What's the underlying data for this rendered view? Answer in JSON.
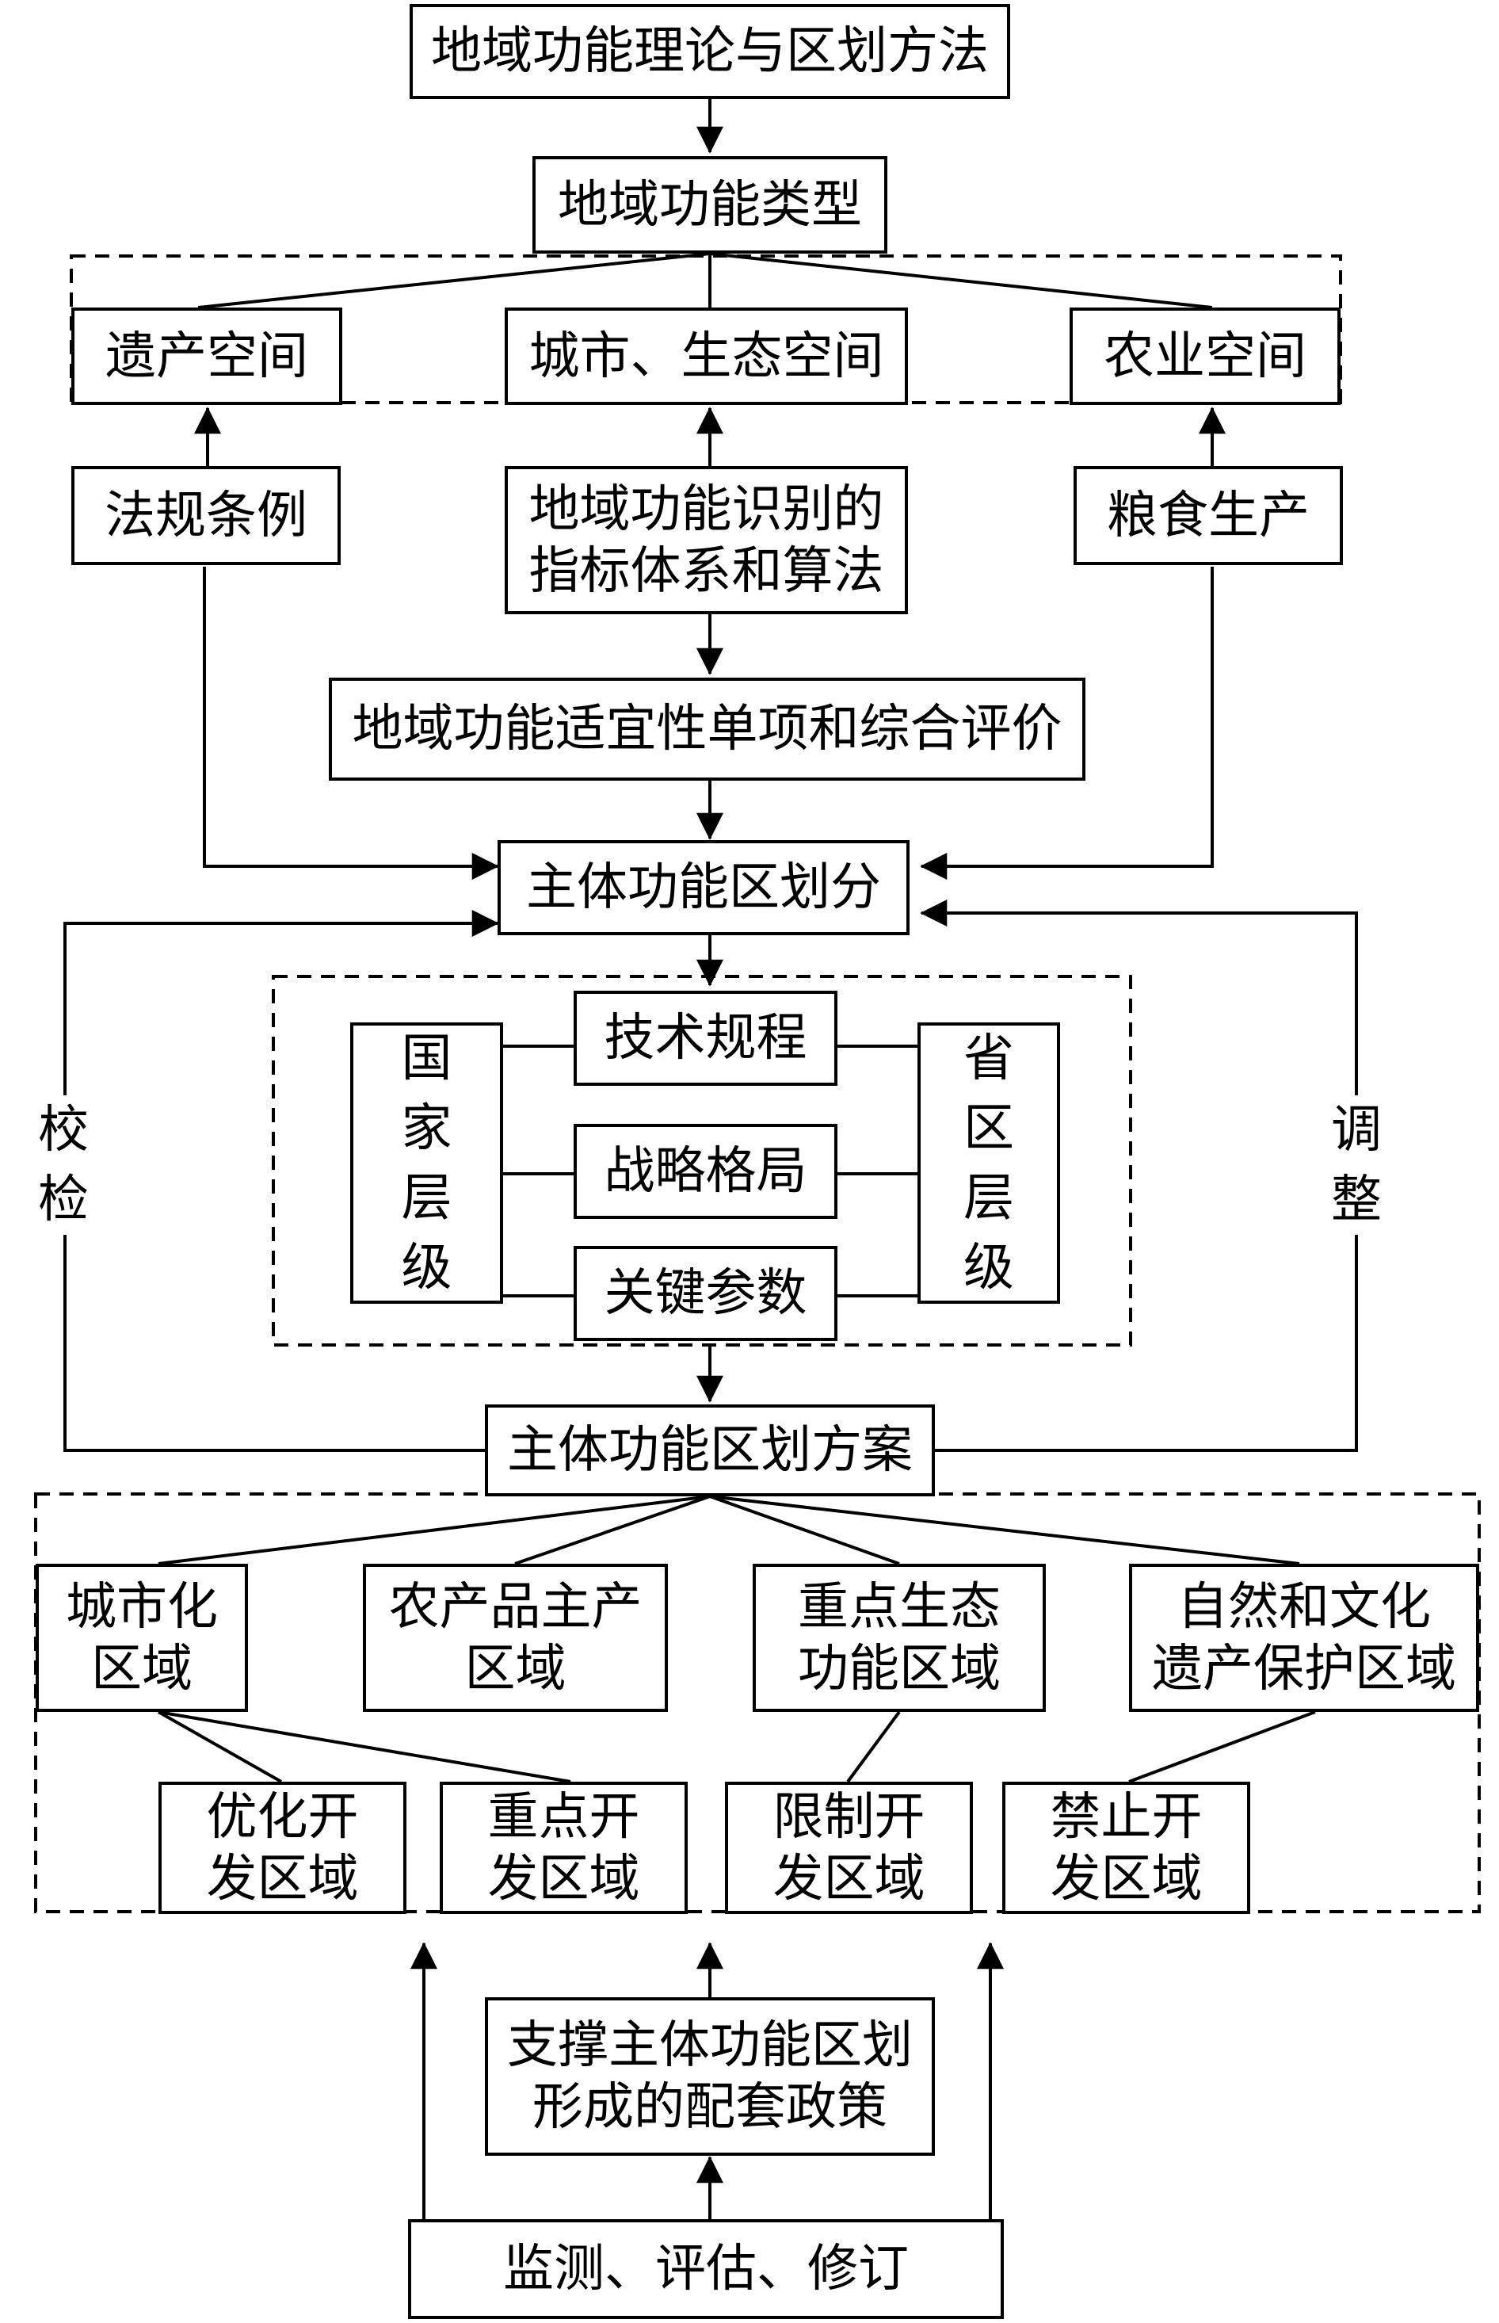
{
  "nodes": {
    "theory": "地域功能理论与区划方法",
    "types": "地域功能类型",
    "heritage_space": "遗产空间",
    "urban_eco_space": "城市、生态空间",
    "agri_space": "农业空间",
    "regulations": "法规条例",
    "indicator_system": "地域功能识别的\n指标体系和算法",
    "grain": "粮食生产",
    "suitability": "地域功能适宜性单项和综合评价",
    "division": "主体功能区划分",
    "tech_rules": "技术规程",
    "strategy": "战略格局",
    "key_params": "关键参数",
    "national_level": "国\n家\n层\n级",
    "provincial_level": "省\n区\n层\n级",
    "check": "校\n检",
    "adjust": "调\n整",
    "scheme": "主体功能区划方案",
    "urbanized": "城市化\n区域",
    "agri_main": "农产品主产\n区域",
    "key_eco": "重点生态\n功能区域",
    "nature_culture": "自然和文化\n遗产保护区域",
    "optimized": "优化开\n发区域",
    "key_dev": "重点开\n发区域",
    "restricted": "限制开\n发区域",
    "prohibited": "禁止开\n发区域",
    "policy": "支撑主体功能区划\n形成的配套政策",
    "monitor": "监测、评估、修订"
  }
}
